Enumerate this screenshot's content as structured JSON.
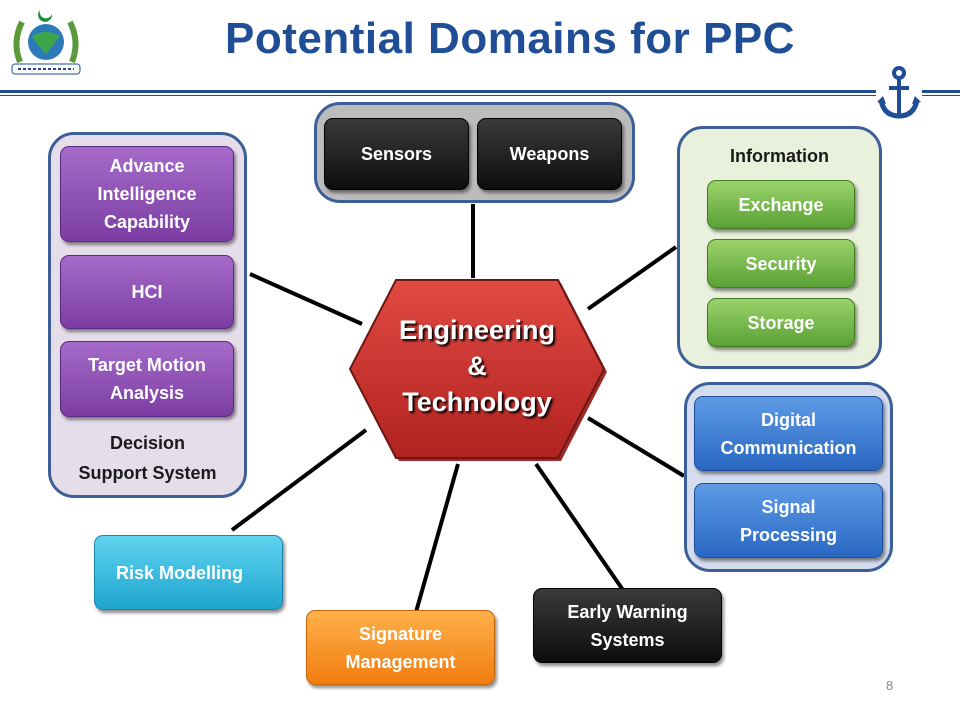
{
  "title": "Potential Domains for PPC",
  "center": {
    "line1": "Engineering",
    "line2": "&",
    "line3": "Technology"
  },
  "top_group": {
    "items": [
      "Sensors",
      "Weapons"
    ]
  },
  "left_group": {
    "label_line1": "Decision",
    "label_line2": "Support System",
    "items": [
      "Advance Intelligence Capability",
      "HCI",
      "Target Motion Analysis"
    ]
  },
  "right_top_group": {
    "label": "Information",
    "items": [
      "Exchange",
      "Security",
      "Storage"
    ]
  },
  "right_bottom_group": {
    "items": [
      "Digital Communication",
      "Signal Processing"
    ]
  },
  "standalone": {
    "risk_modelling": "Risk Modelling",
    "signature_management": "Signature Management",
    "early_warning": "Early Warning Systems"
  },
  "page_number": "8",
  "icons": {
    "logo": "emblem-logo-icon",
    "anchor": "anchor-icon"
  },
  "colors": {
    "title": "#1f4e96",
    "center": "#c9302c",
    "purple": "#7b3da3",
    "green": "#5aa135",
    "blue": "#2a67c2",
    "cyan": "#1fa5cf",
    "orange": "#f07d10"
  }
}
